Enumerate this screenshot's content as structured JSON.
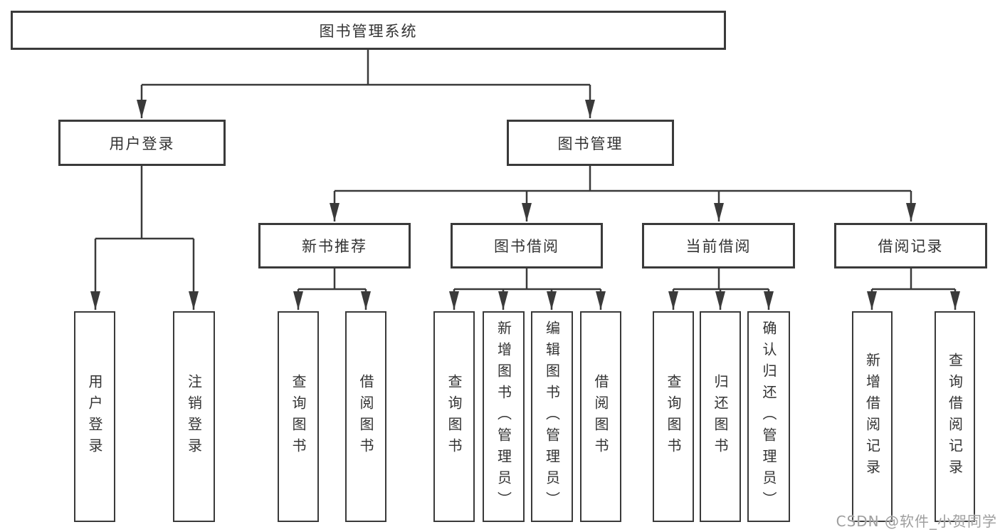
{
  "diagram": {
    "root": {
      "label": "图书管理系统"
    },
    "branches": [
      {
        "label": "用户登录",
        "children": [
          {
            "label": "用户登录"
          },
          {
            "label": "注销登录"
          }
        ]
      },
      {
        "label": "图书管理",
        "children": [
          {
            "label": "新书推荐",
            "children": [
              {
                "label": "查询图书"
              },
              {
                "label": "借阅图书"
              }
            ]
          },
          {
            "label": "图书借阅",
            "children": [
              {
                "label": "查询图书"
              },
              {
                "label": "新增图书（管理员）"
              },
              {
                "label": "编辑图书（管理员）"
              },
              {
                "label": "借阅图书"
              }
            ]
          },
          {
            "label": "当前借阅",
            "children": [
              {
                "label": "查询图书"
              },
              {
                "label": "归还图书"
              },
              {
                "label": "确认归还（管理员）"
              }
            ]
          },
          {
            "label": "借阅记录",
            "children": [
              {
                "label": "新增借阅记录"
              },
              {
                "label": "查询借阅记录"
              }
            ]
          }
        ]
      }
    ]
  },
  "watermark": "CSDN @软件_小贺同学",
  "colors": {
    "line": "#3a3a3a",
    "text": "#333333",
    "watermark": "#9e9e9e",
    "background": "#ffffff"
  }
}
